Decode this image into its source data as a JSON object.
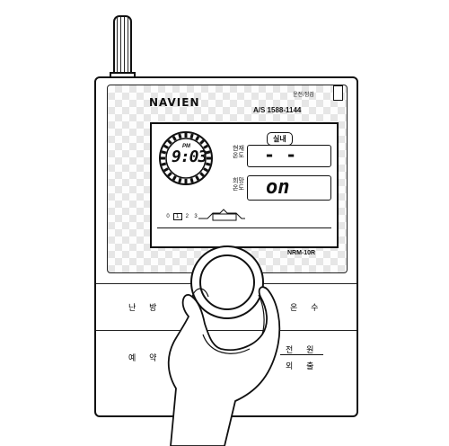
{
  "device": {
    "brand": "NAVIEN",
    "top_label": "운전/점검",
    "service_line": "A/S 1588-1144",
    "model": "NRM-10R"
  },
  "display": {
    "period": "PM",
    "time": "9:03",
    "mode_label": "실내",
    "current_label_1": "현재",
    "current_label_2": "온도",
    "current_value": "- -",
    "desired_label_1": "희망",
    "desired_label_2": "온도",
    "desired_value": "on",
    "levels": [
      "0",
      "1",
      "2",
      "3"
    ],
    "selected_level": "1"
  },
  "buttons": {
    "heating": "난 방",
    "hot_water": "온 수",
    "reserve": "예 약",
    "power": "전 원",
    "away": "외 출"
  },
  "icons": [
    "antenna",
    "dial-knob",
    "hand"
  ]
}
